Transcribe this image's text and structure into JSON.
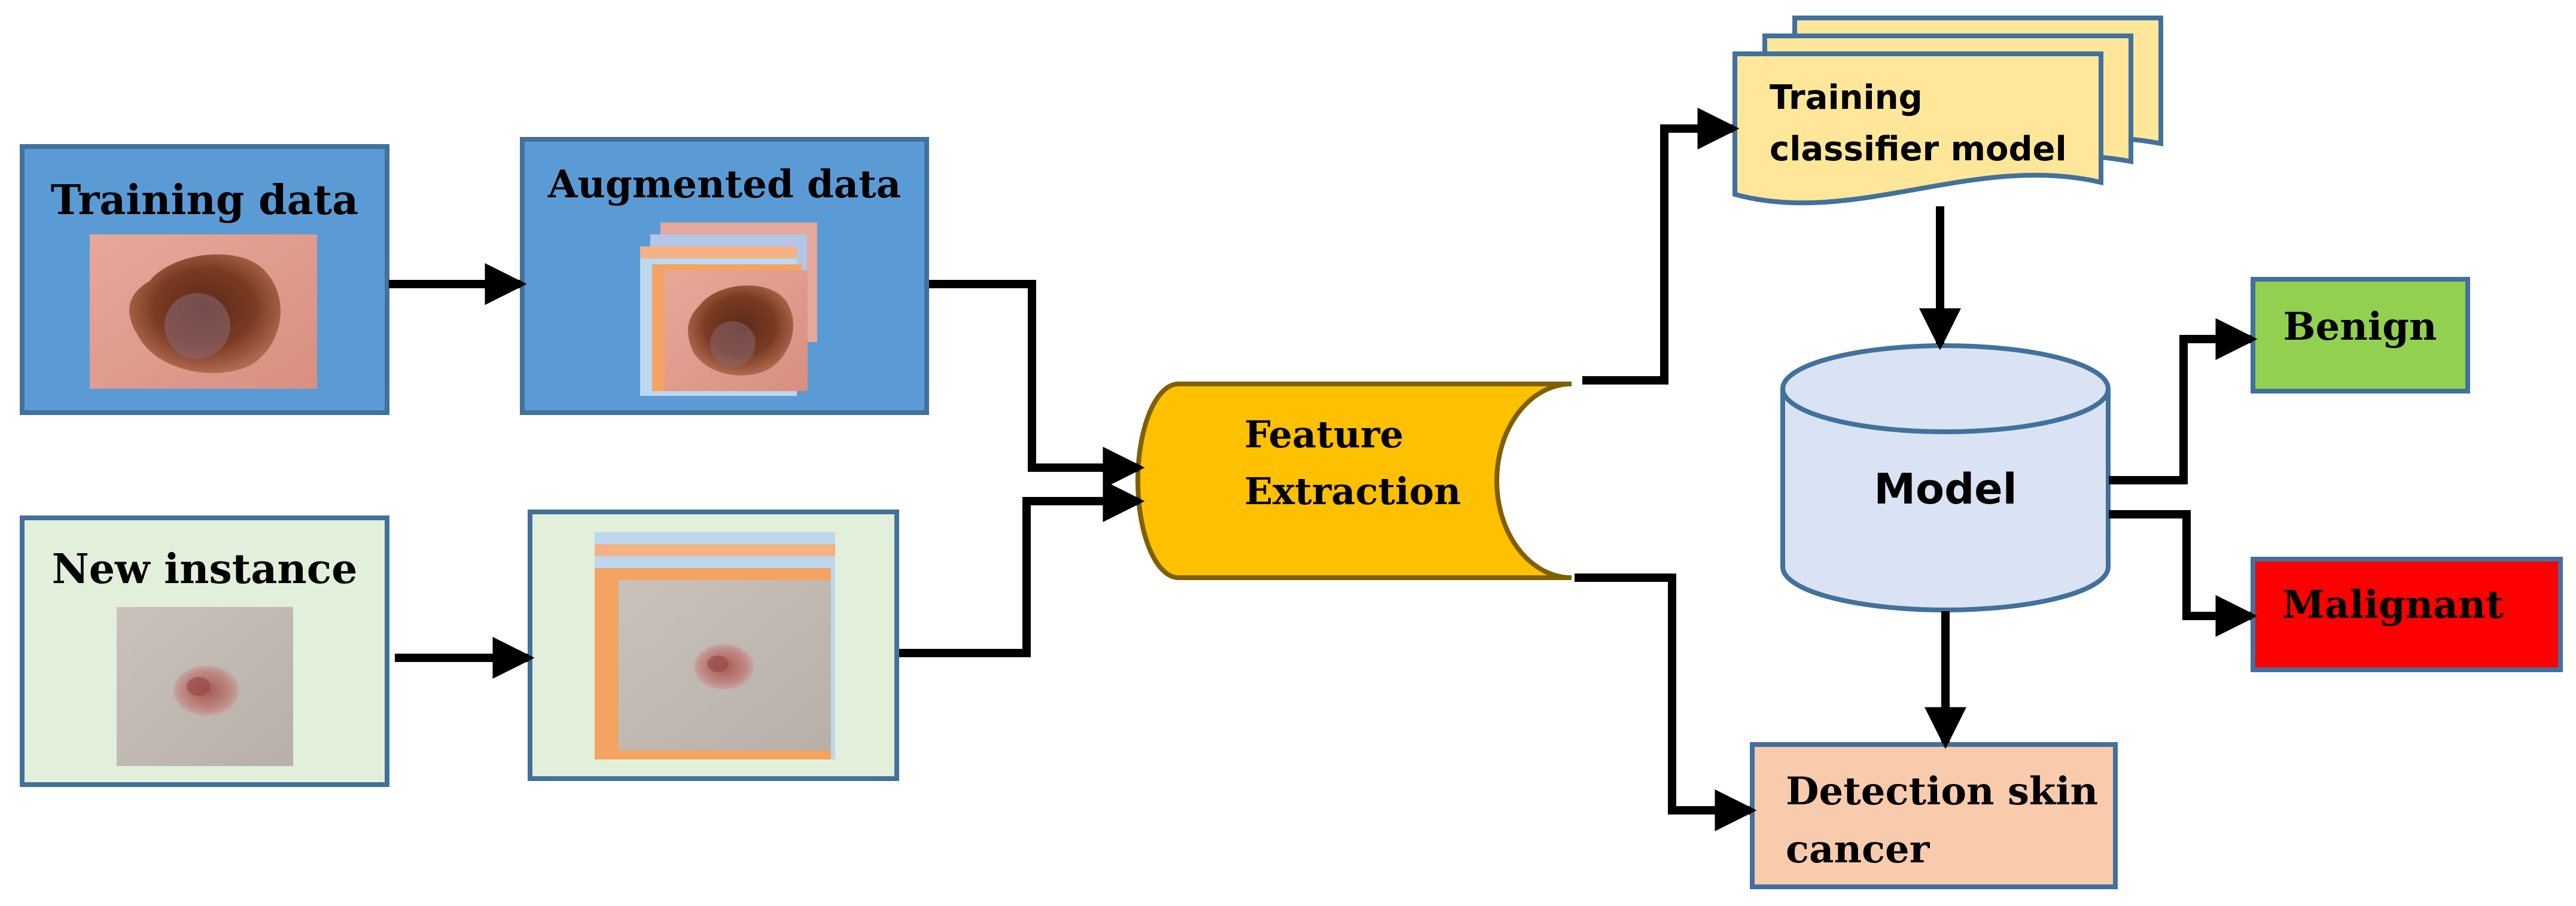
{
  "nodes": {
    "training_data": "Training data",
    "augmented_data": "Augmented data",
    "new_instance": "New instance",
    "feature_extraction": [
      "Feature",
      "Extraction"
    ],
    "training_classifier": [
      "Training",
      "classifier model"
    ],
    "model": "Model",
    "benign": "Benign",
    "malignant": "Malignant",
    "detection": [
      "Detection skin",
      "cancer"
    ]
  },
  "colors": {
    "training_box": "#5b9bd5",
    "augmented_box": "#5b9bd5",
    "new_instance_box": "#e2efda",
    "box_border": "#41719c",
    "feature_cylinder": "#ffc000",
    "classifier_doc": "#ffe699",
    "model_db": "#dae3f3",
    "benign": "#92d050",
    "malignant": "#ff0000",
    "detection": "#f8cbad"
  },
  "icons": {
    "lesion_image": "skin-lesion-photo",
    "augmented_stack": "stacked-image-layers"
  }
}
